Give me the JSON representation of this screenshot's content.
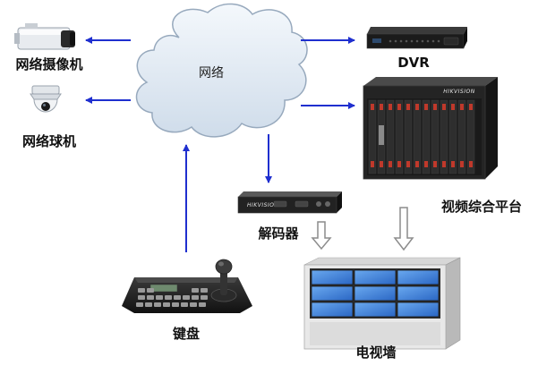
{
  "diagram": {
    "cloud_label": "网络",
    "labels": {
      "network_camera": "网络摄像机",
      "dome_camera": "网络球机",
      "dvr": "DVR",
      "video_platform": "视频综合平台",
      "decoder": "解码器",
      "keyboard": "键盘",
      "video_wall": "电视墙"
    },
    "platform_brand": "HIKVISION",
    "decoder_brand": "HIKVISION",
    "colors": {
      "arrow": "#1f2fcf",
      "cloud_fill": "#e2ecf5",
      "cloud_stroke": "#97a9bd",
      "hollow_arrow": "#8c8c8c",
      "device_dark": "#1e1e1e",
      "screen": "#3d7fd8"
    }
  }
}
